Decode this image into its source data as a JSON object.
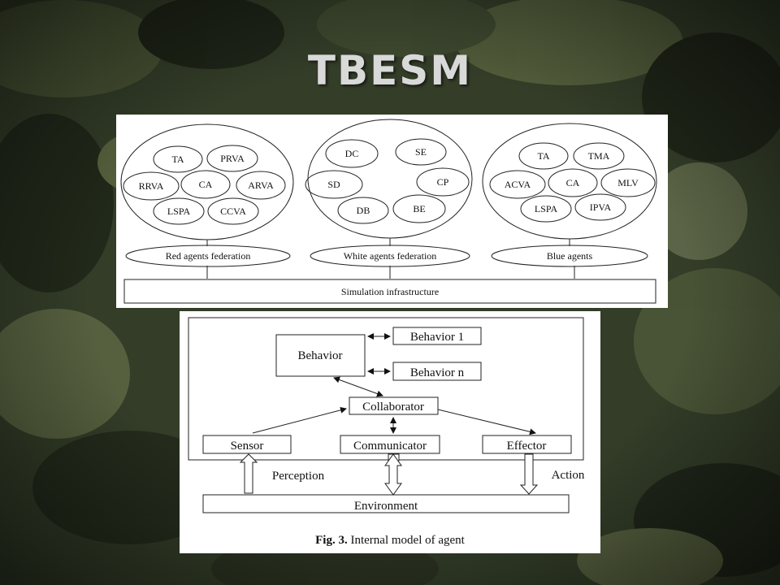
{
  "slide": {
    "title": "TBESM"
  },
  "federation_diagram": {
    "groups": [
      {
        "agents": [
          "TA",
          "PRVA",
          "RRVA",
          "CA",
          "ARVA",
          "LSPA",
          "CCVA"
        ],
        "federation_label": "Red agents federation"
      },
      {
        "agents": [
          "DC",
          "SE",
          "SD",
          "CP",
          "DB",
          "BE"
        ],
        "federation_label": "White agents federation"
      },
      {
        "agents": [
          "TA",
          "TMA",
          "ACVA",
          "CA",
          "MLV",
          "LSPA",
          "IPVA"
        ],
        "federation_label": "Blue agents"
      }
    ],
    "infrastructure_label": "Simulation infrastructure"
  },
  "agent_model": {
    "behavior": "Behavior",
    "behavior_1": "Behavior 1",
    "behavior_n": "Behavior n",
    "collaborator": "Collaborator",
    "sensor": "Sensor",
    "communicator": "Communicator",
    "effector": "Effector",
    "perception": "Perception",
    "action": "Action",
    "environment": "Environment",
    "caption_bold": "Fig. 3.",
    "caption_text": " Internal model of agent"
  }
}
